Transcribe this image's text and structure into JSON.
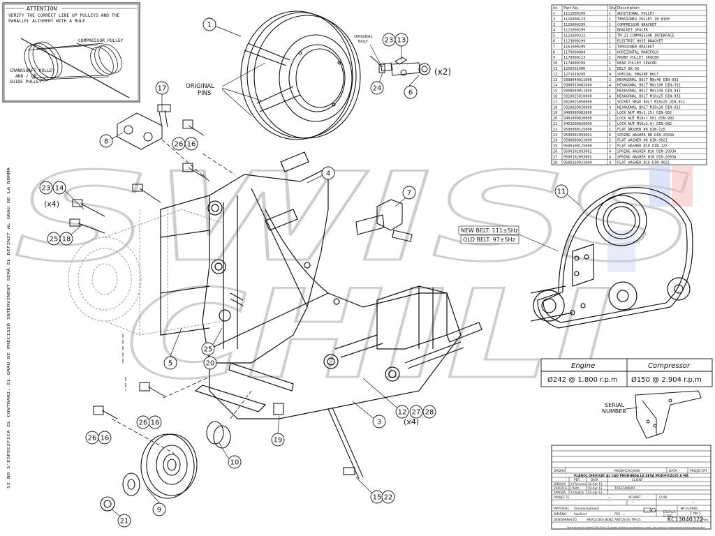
{
  "attention": {
    "title": "ATTENTION",
    "lines": [
      "VERIFY THE CORRECT LINE UP PULLEYS AND THE",
      "PARALLEL ALIGMENT WITH A RULE"
    ],
    "label_compressor": "COMPRESSOR PULLEY",
    "label_crank": [
      "CRANKSHAFT PULLEY",
      "AND / OR",
      "GUIDE PULLEY"
    ]
  },
  "side_note": "SI NO S'ESPECIFICA EL CONTRARI, EL GRAU DE PRECISIÓ INTERVINENT SERÀ EL DEFINIT AL GRAU DE LA NORMA",
  "callouts": {
    "original_pins": [
      "ORIGINAL",
      "PINS"
    ],
    "original_bolt": [
      "ORIGINAL",
      "BOLT"
    ],
    "x2": "(x2)",
    "x4a": "(x4)",
    "x4b": "(x4)",
    "new_belt": "NEW BELT: 111±5Hz",
    "old_belt": "OLD BELT: 97±5Hz",
    "serial": [
      "SERIAL",
      "NUMBER"
    ]
  },
  "balloons": {
    "b1": "1",
    "b4": "4",
    "b3": "3",
    "b5": "5",
    "b6": "6",
    "b7": "7",
    "b8": "8",
    "b9": "9",
    "b10": "10",
    "b11": "11",
    "b12": "12",
    "b13": "13",
    "b14": "14",
    "b15": "15",
    "b16a": "16",
    "b16b": "16",
    "b16c": "16",
    "b17": "17",
    "b18": "18",
    "b19": "19",
    "b20": "20",
    "b21": "21",
    "b22": "22",
    "b23a": "23",
    "b23b": "23",
    "b24": "24",
    "b25a": "25",
    "b25b": "25",
    "b26a": "26",
    "b26b": "26",
    "b26c": "26",
    "b27": "27",
    "b28": "28"
  },
  "watermark": [
    "SWISS",
    "CHILL"
  ],
  "bom": {
    "headers": [
      "Id.",
      "Part No.",
      "Qty.",
      "Description"
    ],
    "rows": [
      [
        "1",
        "1111000299",
        "1",
        "ADDITIONAL PULLEY"
      ],
      [
        "2",
        "1116000123",
        "1",
        "TENSIONER PULLEY 1B Ø100"
      ],
      [
        "3",
        "1120000299",
        "1",
        "COMPRESSOR BRACKET"
      ],
      [
        "4",
        "1121000299",
        "1",
        "BRACKET SPACER"
      ],
      [
        "5",
        "1122000322",
        "1",
        "TM-21 COMPRESSOR INTERFACE"
      ],
      [
        "6",
        "1123000299",
        "1",
        "ELECTRIC HOSE BRACKET"
      ],
      [
        "7",
        "1161000299",
        "1",
        "TENSIONER BRACKET"
      ],
      [
        "8",
        "1170000004",
        "1",
        "HORIZONTAL MANIFOLD"
      ],
      [
        "9",
        "1170000123",
        "1",
        "FRONT PULLEY SPACER"
      ],
      [
        "10",
        "1174000299",
        "1",
        "REAR PULLEY SPACER"
      ],
      [
        "11",
        "1250031400",
        "1",
        "BELT 8K-S0"
      ],
      [
        "12",
        "1271610299",
        "4",
        "SPECIAL ENGINE BOLT"
      ],
      [
        "13",
        "9308040011000",
        "2",
        "HEXAGONAL BOLT M8x40 DIN-933"
      ],
      [
        "14",
        "9308010002000",
        "4",
        "HEXAGONAL BOLT M8x100 DIN-931"
      ],
      [
        "15",
        "9308040011000",
        "1",
        "HEXAGONAL BOLT M8x140 DIN-933"
      ],
      [
        "16",
        "9310025010000",
        "4",
        "HEXAGONAL BOLT M10x25 DIN-933"
      ],
      [
        "17",
        "9310025050000",
        "1",
        "SOCKET HEAD BOLT M10x25 DIN-912"
      ],
      [
        "18",
        "9310030010000",
        "4",
        "HEXAGONAL BOLT M10x30 DIN-933"
      ],
      [
        "19",
        "9400080982000",
        "1",
        "LOCK NUT M8x1.25) DIN-982"
      ],
      [
        "20",
        "9401009820000",
        "1",
        "LOCK NUT M10x1.50) DIN-982"
      ],
      [
        "21",
        "9401609820000",
        "1",
        "LOCK NUT M16x2.0) DIN-982"
      ],
      [
        "22",
        "9500080125000",
        "1",
        "FLAT WASHER Ø8 DIN-125"
      ],
      [
        "23",
        "9500082093002",
        "6",
        "SPRING WASHER Ø8 DIN-2093A"
      ],
      [
        "24",
        "9500089021000",
        "2",
        "FLAT WASHER Ø8 DIN-9021"
      ],
      [
        "25",
        "9500100125000",
        "2",
        "FLAT WASHER Ø10 DIN-125"
      ],
      [
        "26",
        "9500102093002",
        "4",
        "SPRING WASHER Ø10 DIN-2093A"
      ],
      [
        "27",
        "9500162093002",
        "4",
        "SPRING WASHER Ø16 DIN-2093A"
      ],
      [
        "28",
        "9500169021000",
        "4",
        "FLAT WASHER Ø16 DIN-9021"
      ]
    ]
  },
  "speed_table": {
    "col1": "Engine",
    "col2": "Compressor",
    "val1": "Ø242 @ 1.800 r.p.m",
    "val2": "Ø150 @ 2.904 r.p.m"
  },
  "title_block": {
    "plan_notice": "PLÀNOL DIBUIXAT AL CAD PROHIBIDA LA SEVA MODIFICACIÓ A MÀ",
    "modificacions": "MODIFICACIONS",
    "ordre": "ORDRE",
    "data": "DATA",
    "projectat": "PROJECTAT",
    "per": "PER",
    "data2": "DATA",
    "client": "CLIENT",
    "dibuixa": "DIBUIXA",
    "dibuixa_per": "X.Florensa",
    "dibuixa_data": "02-Apr-13",
    "verifica": "VERIFICA",
    "verifica_per": "J.Petit",
    "verifica_data": "02-Apr-13",
    "tractament": "TRACTAMENT",
    "aprova": "APROVA",
    "aprova_per": "X.Puigtrà",
    "aprova_data": "02-Apr-13",
    "projecte": "PROJECTE",
    "projecte_val": "---",
    "acabat": "ACABAT",
    "acabat_val": "---",
    "codi": "CODI",
    "codi_val": "---",
    "material": "MATERIAL",
    "material_val": "S/especejament",
    "dimens": "DIMENS.",
    "dimens_val": "S/plànol",
    "pes": "PES",
    "pes_val": "---",
    "escala": "ESCALA",
    "escala_val": "0.750",
    "num_planol": "Nº PLÀNOL",
    "fulls": "1 de 1",
    "rev": "Rev",
    "denominacio": "DENOMINACIÓ",
    "denominacio_val": "MERCEDES BENZ ANTOS E6 TM-21",
    "drawing_no": "KC13040322",
    "footer": "Aquest document és propietat d'Óliva Torras, S.A. quedant prohibida la seva reproducció o cessió , total o parcial, a terceres persones sense autorització prèvia."
  }
}
